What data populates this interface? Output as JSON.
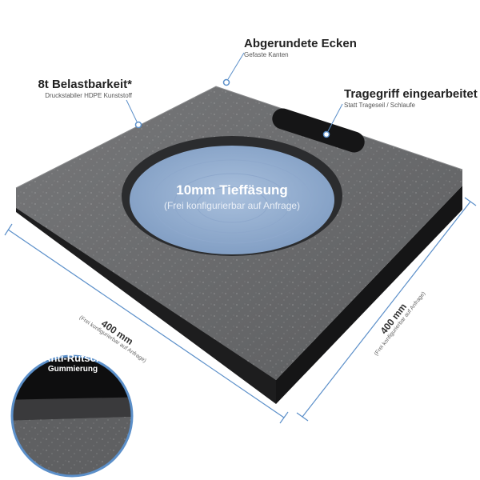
{
  "callouts": {
    "corners": {
      "title": "Abgerundete Ecken",
      "subtitle": "Gefaste Kanten"
    },
    "load": {
      "title": "8t Belastbarkeit*",
      "subtitle": "Druckstabiler HDPE Kunststoff"
    },
    "handle": {
      "title": "Tragegriff eingearbeitet",
      "subtitle": "Statt Trageseil / Schlaufe"
    }
  },
  "center": {
    "title": "10mm Tieffäsung",
    "subtitle": "(Frei konfigurierbar auf Anfrage)"
  },
  "dimensions": {
    "left": {
      "value": "400 mm",
      "note": "(Frei konfigurierbar auf Anfrage)"
    },
    "right": {
      "value": "400 mm",
      "note": "(Frei konfigurierbar auf Anfrage)"
    }
  },
  "inset": {
    "title": "Anti-Rutsch",
    "subtitle": "Gummierung"
  },
  "colors": {
    "accent": "#5b8fc9",
    "plate_top": "#6b6c6e",
    "plate_side": "#1c1c1d",
    "recess": "#9bb4d4"
  }
}
